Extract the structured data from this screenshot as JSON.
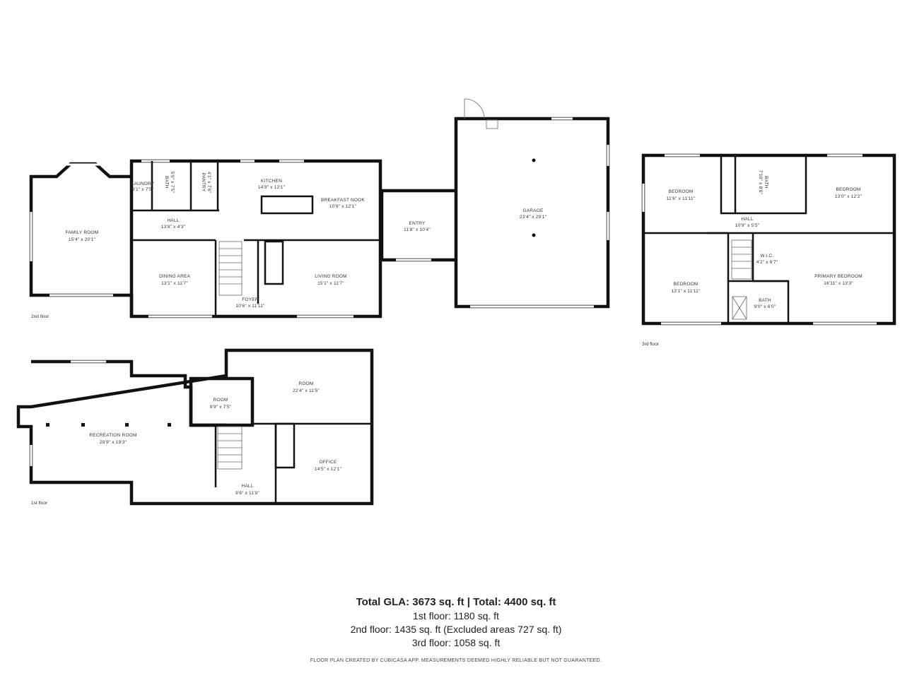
{
  "floors": {
    "first": {
      "label": "1st floor",
      "rooms": [
        {
          "name": "RECREATION ROOM",
          "dims": "28'9\" x 19'3\""
        },
        {
          "name": "ROOM",
          "dims": "9'9\" x 7'5\""
        },
        {
          "name": "ROOM",
          "dims": "22'4\" x 11'5\""
        },
        {
          "name": "OFFICE",
          "dims": "14'5\" x 12'1\""
        },
        {
          "name": "HALL",
          "dims": "9'6\" x 11'9\""
        }
      ]
    },
    "second": {
      "label": "2nd floor",
      "rooms": [
        {
          "name": "FAMILY ROOM",
          "dims": "15'4\" x 20'1\""
        },
        {
          "name": "LAUNDRY",
          "dims": "6'1\" x 7'5\""
        },
        {
          "name": "BATH",
          "dims": "5'9\" x 7'5\""
        },
        {
          "name": "PANTRY",
          "dims": "4'1\" x 7'6\""
        },
        {
          "name": "KITCHEN",
          "dims": "14'9\" x 12'1\""
        },
        {
          "name": "BREAKFAST NOOK",
          "dims": "10'6\" x 12'1\""
        },
        {
          "name": "HALL",
          "dims": "13'8\" x 4'3\""
        },
        {
          "name": "DINING AREA",
          "dims": "13'1\" x 11'7\""
        },
        {
          "name": "LIVING ROOM",
          "dims": "15'1\" x 11'7\""
        },
        {
          "name": "FOYER",
          "dims": "10'6\" x 11'11\""
        },
        {
          "name": "ENTRY",
          "dims": "11'8\" x 10'4\""
        },
        {
          "name": "GARAGE",
          "dims": "23'4\" x 29'1\""
        }
      ]
    },
    "third": {
      "label": "3rd floor",
      "rooms": [
        {
          "name": "BEDROOM",
          "dims": "11'6\" x 11'11\""
        },
        {
          "name": "BATH",
          "dims": "7'10\" x 8'6\""
        },
        {
          "name": "BEDROOM",
          "dims": "13'0\" x 12'2\""
        },
        {
          "name": "HALL",
          "dims": "10'9\" x 5'5\""
        },
        {
          "name": "W.I.C.",
          "dims": "4'2\" x 6'7\""
        },
        {
          "name": "BEDROOM",
          "dims": "13'1\" x 11'11\""
        },
        {
          "name": "PRIMARY BEDROOM",
          "dims": "16'11\" x 13'3\""
        },
        {
          "name": "BATH",
          "dims": "9'0\" x 6'0\""
        }
      ]
    }
  },
  "summary": {
    "total": "Total GLA: 3673 sq. ft | Total: 4400 sq. ft",
    "first": "1st floor: 1180 sq. ft",
    "second": "2nd floor: 1435 sq. ft (Excluded areas 727 sq. ft)",
    "third": "3rd floor: 1058 sq. ft",
    "footer": "FLOOR PLAN CREATED BY CUBICASA APP. MEASUREMENTS DEEMED HIGHLY RELIABLE BUT NOT GUARANTEED."
  }
}
